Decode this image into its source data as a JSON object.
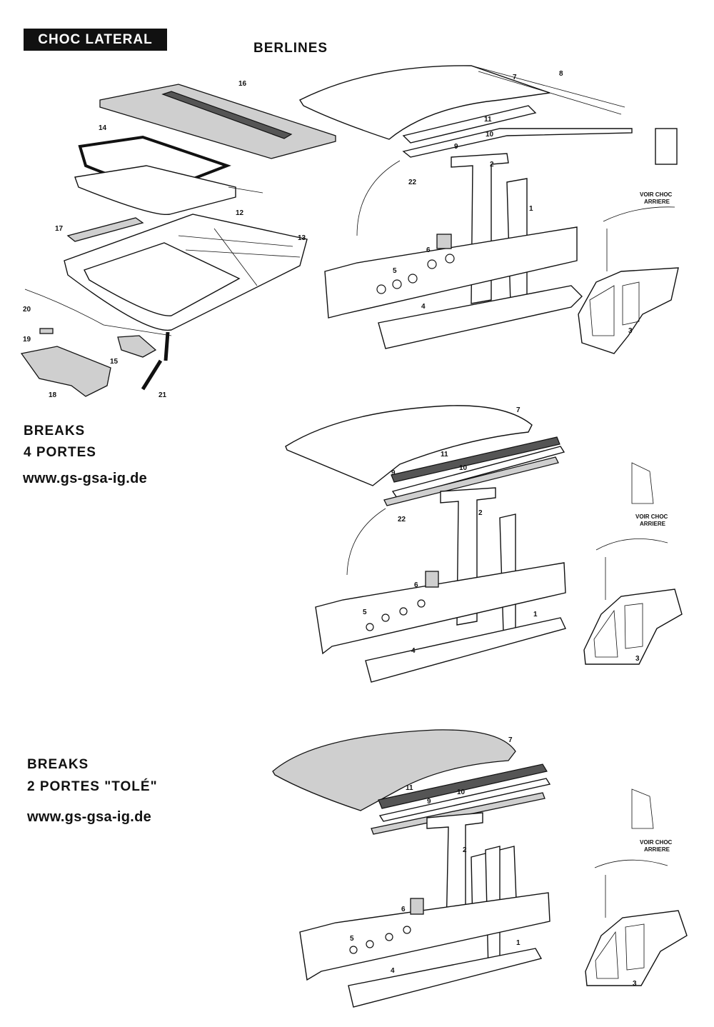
{
  "header": {
    "badge": "CHOC LATERAL",
    "berlines_title": "BERLINES"
  },
  "breaks4": {
    "title_line1": "BREAKS",
    "title_line2": "4 PORTES",
    "url": "www.gs-gsa-ig.de"
  },
  "breaks2": {
    "title_line1": "BREAKS",
    "title_line2": "2 PORTES \"TOLÉ\"",
    "url": "www.gs-gsa-ig.de"
  },
  "notes": {
    "voir_line1": "VOIR CHOC",
    "voir_line2": "ARRIERE"
  },
  "part_numbers": {
    "p1": "1",
    "p2": "2",
    "p3": "3",
    "p4": "4",
    "p5": "5",
    "p6": "6",
    "p7": "7",
    "p8": "8",
    "p9": "9",
    "p10": "10",
    "p11": "11",
    "p12": "12",
    "p13": "13",
    "p14": "14",
    "p15": "15",
    "p16": "16",
    "p17": "17",
    "p18": "18",
    "p19": "19",
    "p20": "20",
    "p21": "21",
    "p22": "22"
  }
}
